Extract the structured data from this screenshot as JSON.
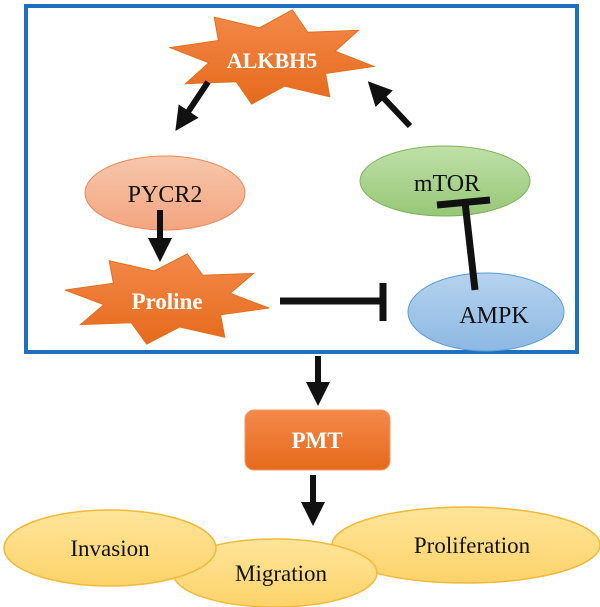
{
  "nodes": {
    "alkbh5": "ALKBH5",
    "pycr2": "PYCR2",
    "proline": "Proline",
    "ampk": "AMPK",
    "mtor": "mTOR",
    "pmt": "PMT",
    "invasion": "Invasion",
    "migration": "Migration",
    "proliferation": "Proliferation"
  },
  "edges": [
    {
      "from": "ALKBH5",
      "to": "PYCR2",
      "type": "activation"
    },
    {
      "from": "PYCR2",
      "to": "Proline",
      "type": "activation"
    },
    {
      "from": "Proline",
      "to": "AMPK",
      "type": "inhibition"
    },
    {
      "from": "AMPK",
      "to": "mTOR",
      "type": "inhibition"
    },
    {
      "from": "mTOR",
      "to": "ALKBH5",
      "type": "activation"
    },
    {
      "from": "loop",
      "to": "PMT",
      "type": "activation"
    },
    {
      "from": "PMT",
      "to": "outcomes",
      "type": "activation"
    }
  ],
  "colors": {
    "frame": "#1f6fc0",
    "star_orange": "#ee7a2e",
    "pycr2": "#f5b89a",
    "mtor": "#a9d18e",
    "ampk": "#9dc3e6",
    "pmt": "#ed7d31",
    "outcome": "#ffd966"
  }
}
